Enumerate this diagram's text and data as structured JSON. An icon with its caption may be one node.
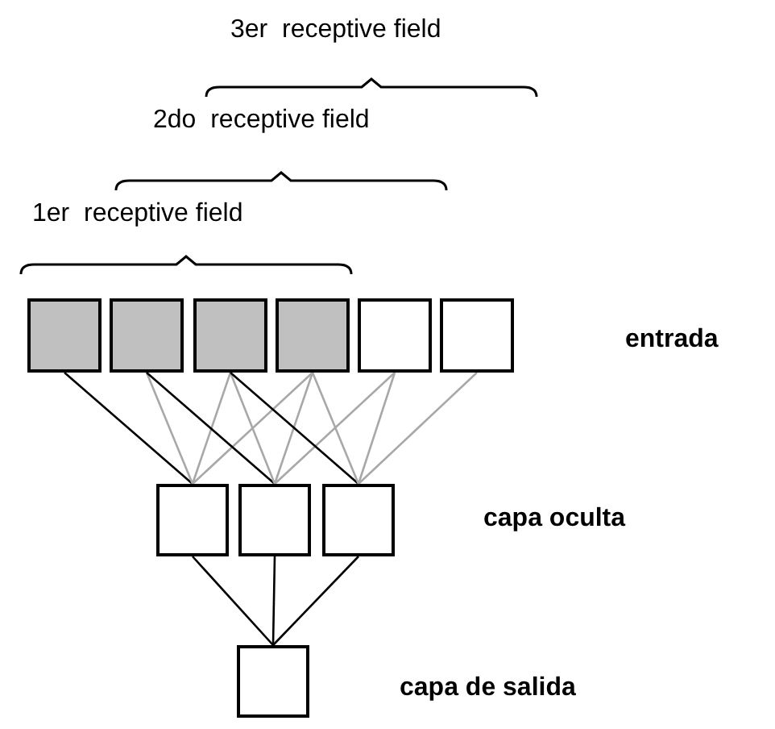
{
  "diagram": {
    "nodes": [
      {
        "text": [],
        "shape": "box"
      },
      {
        "text": [],
        "shape": "box"
      },
      {
        "text": [],
        "shape": "box"
      },
      {
        "text": [],
        "shape": "box"
      },
      {
        "text": [],
        "shape": "box"
      },
      {
        "text": [],
        "shape": "box"
      },
      {
        "text": [],
        "shape": "box"
      },
      {
        "text": [],
        "shape": "box"
      },
      {
        "text": [],
        "shape": "box"
      },
      {
        "text": [],
        "shape": "box"
      }
    ],
    "edges": [
      {
        "from": 0,
        "to": 6,
        "arrow": "none",
        "color": "#000000"
      },
      {
        "from": 1,
        "to": 6,
        "arrow": "none"
      },
      {
        "from": 2,
        "to": 6,
        "arrow": "none"
      },
      {
        "from": 3,
        "to": 6,
        "arrow": "none"
      },
      {
        "from": 1,
        "to": 7,
        "arrow": "none",
        "color": "#000000"
      },
      {
        "from": 2,
        "to": 7,
        "arrow": "none"
      },
      {
        "from": 3,
        "to": 7,
        "arrow": "none"
      },
      {
        "from": 4,
        "to": 7,
        "arrow": "none"
      },
      {
        "from": 2,
        "to": 8,
        "arrow": "none",
        "color": "#000000"
      },
      {
        "from": 3,
        "to": 8,
        "arrow": "none"
      },
      {
        "from": 4,
        "to": 8,
        "arrow": "none"
      },
      {
        "from": 5,
        "to": 8,
        "arrow": "none"
      },
      {
        "from": 6,
        "to": 9,
        "arrow": "none",
        "color": "#000000"
      },
      {
        "from": 7,
        "to": 9,
        "arrow": "none",
        "color": "#000000"
      },
      {
        "from": 8,
        "to": 9,
        "arrow": "none",
        "color": "#000000"
      }
    ],
    "labels": [
      "3er  receptive field",
      "2do  receptive field",
      "1er  receptive field",
      "entrada",
      "capa oculta",
      "capa de salida"
    ]
  }
}
